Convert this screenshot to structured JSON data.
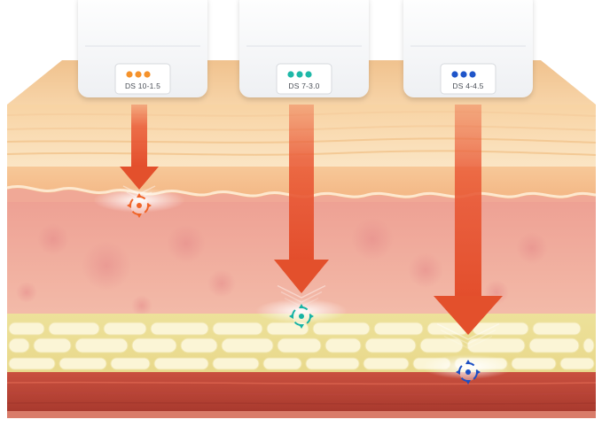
{
  "cartridges": [
    {
      "label": "DS 10-1.5",
      "color": "#f5922b",
      "focus_color": "#f06428",
      "icon": "focal-point-icon"
    },
    {
      "label": "DS 7-3.0",
      "color": "#1fb8a8",
      "focus_color": "#16b3a4",
      "icon": "focal-point-icon"
    },
    {
      "label": "DS 4-4.5",
      "color": "#1f55c9",
      "focus_color": "#1c4fc4",
      "icon": "focal-point-icon"
    }
  ],
  "colors": {
    "epidermis": "#f8d8ac",
    "dermis_upper": "#f6c08a",
    "dermis": "#efaea0",
    "fat": "#f2e7a0",
    "fat_cell": "#fbf6dc",
    "muscle": "#c2493a",
    "beam": "#ea5a36"
  }
}
